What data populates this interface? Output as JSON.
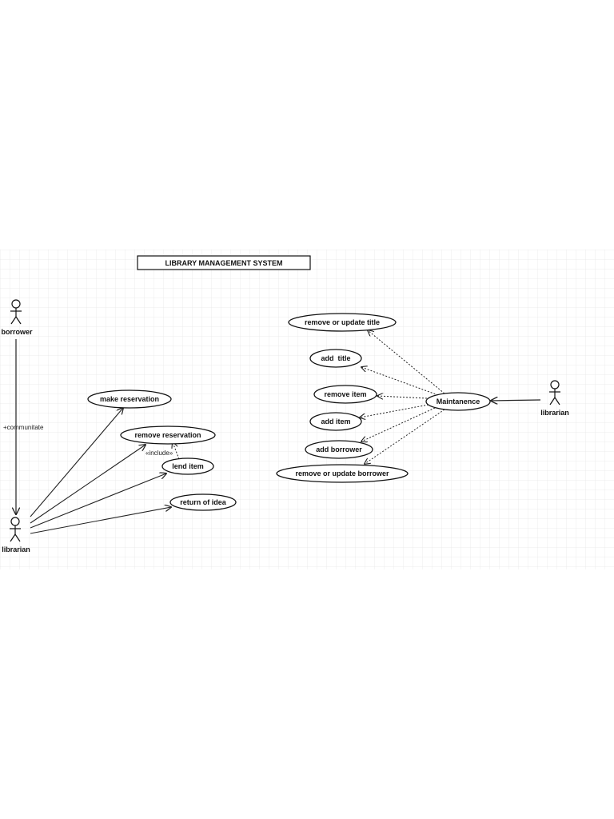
{
  "title": "LIBRARY MANAGEMENT SYSTEM",
  "actors": {
    "borrower": "borrower",
    "librarian_left": "librarian",
    "librarian_right": "librarian"
  },
  "relations": {
    "communicate": "+communitate",
    "include": "«include»"
  },
  "use_cases": {
    "make_reservation": "make reservation",
    "remove_reservation": "remove reservation",
    "lend_item": "lend item",
    "return_of_idea": "return of idea",
    "remove_or_update_title": "remove or update title",
    "add_title": "add  title",
    "remove_item": "remove item",
    "add_item": "add item",
    "add_borrower": "add borrower",
    "remove_or_update_borrower": "remove or update borrower",
    "maintanence": "Maintanence"
  },
  "colors": {
    "background": "#ffffff",
    "grid": "#e6e6e6",
    "line": "#222222"
  }
}
